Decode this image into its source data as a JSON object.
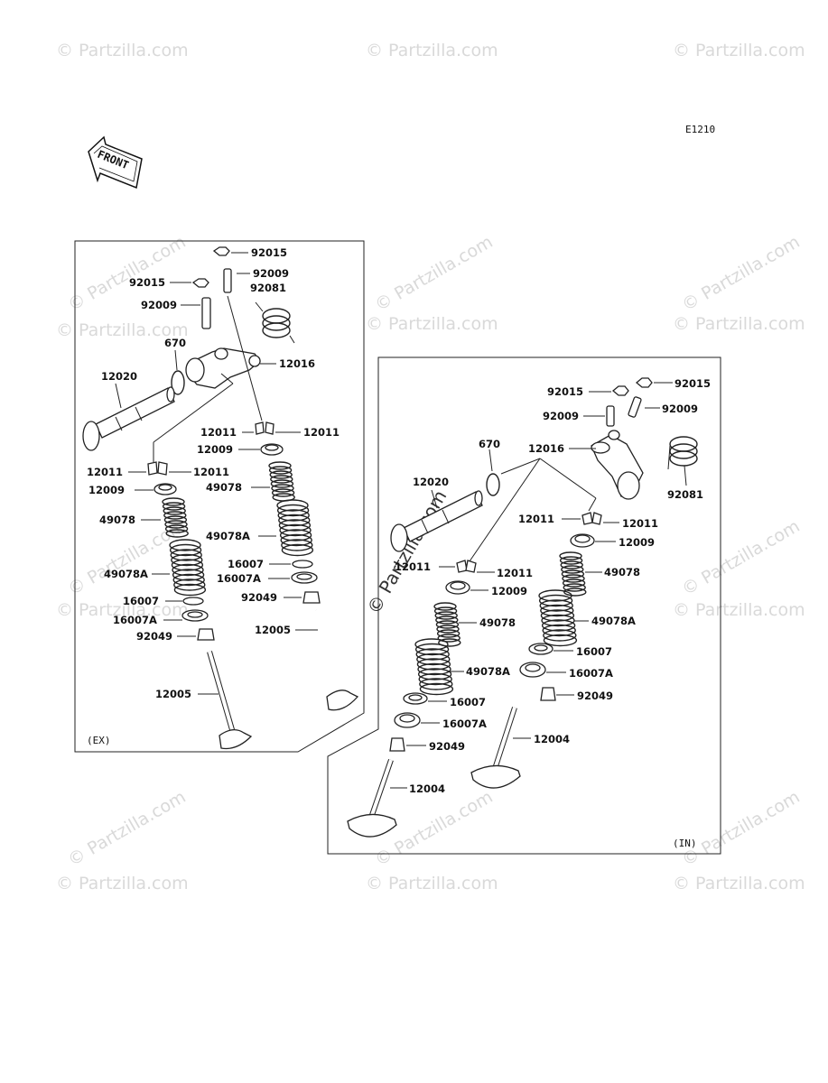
{
  "diagram_code": "E1210",
  "front_label": "FRONT",
  "watermark": "© Partzilla.com",
  "sections": {
    "exhaust": "(EX)",
    "intake": "(IN)"
  },
  "ex_labels": {
    "nut_top": "92015",
    "stud_top": "92009",
    "spring_top": "92081",
    "nut_left": "92015",
    "stud_left": "92009",
    "oring": "670",
    "rocker": "12016",
    "shaft": "12020",
    "cotter_r1": "12011",
    "cotter_r2": "12011",
    "retainer_r": "12009",
    "cotter_l1": "12011",
    "cotter_l2": "12011",
    "retainer_l": "12009",
    "inner_spring_r": "49078",
    "inner_spring_l": "49078",
    "outer_spring_r": "49078A",
    "outer_spring_l": "49078A",
    "seat_r": "16007",
    "seat_a_r": "16007A",
    "seat_l": "16007",
    "seat_a_l": "16007A",
    "seal_r": "92049",
    "seal_l": "92049",
    "valve_r": "12005",
    "valve_l": "12005"
  },
  "in_labels": {
    "nut_r": "92015",
    "nut_l": "92015",
    "stud_l": "92009",
    "stud_r": "92009",
    "oring": "670",
    "rocker": "12016",
    "spring_top": "92081",
    "shaft": "12020",
    "cotter_r": "12011",
    "retainer_r": "12009",
    "cotter_l1": "12011",
    "cotter_l2": "12011",
    "retainer_l": "12009",
    "inner_spring_r": "49078",
    "inner_spring_l": "49078",
    "outer_spring_r": "49078A",
    "outer_spring_l": "49078A",
    "seat_r": "16007",
    "seat_a_r": "16007A",
    "seat_l": "16007",
    "seat_a_l": "16007A",
    "seal_r": "92049",
    "seal_l": "92049",
    "valve_r": "12004",
    "valve_l": "12004"
  }
}
